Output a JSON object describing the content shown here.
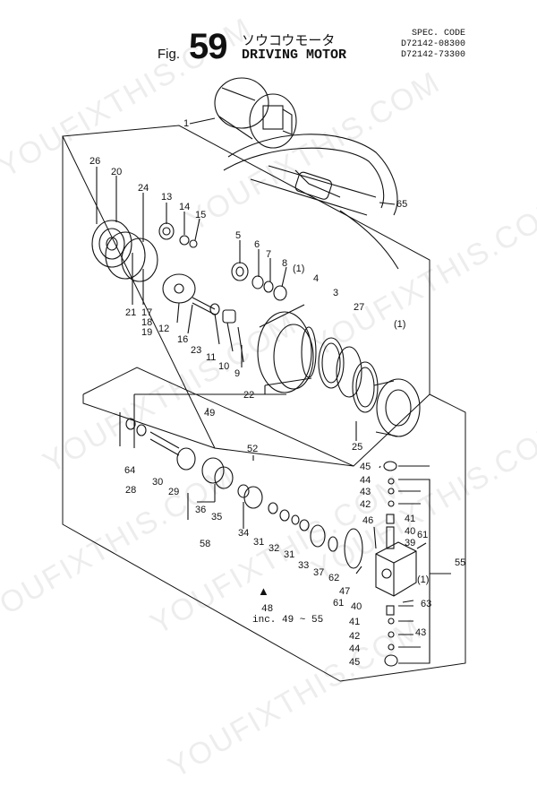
{
  "header": {
    "fig_prefix": "Fig.",
    "fig_number": "59",
    "title_jp": "ソウコウモータ",
    "title_en": "DRIVING MOTOR",
    "spec_label": "SPEC. CODE",
    "spec_codes": [
      "D72142-08300",
      "D72142-73300"
    ]
  },
  "watermark": "YOUFIXTHIS.COM",
  "footnote": {
    "marker": "▲",
    "line1": "48",
    "line2": "inc. 49 ~ 55"
  },
  "callouts": [
    "1",
    "26",
    "20",
    "24",
    "13",
    "14",
    "15",
    "5",
    "6",
    "7",
    "8",
    "(1)",
    "4",
    "3",
    "27",
    "(1)",
    "65",
    "21",
    "17",
    "18",
    "19",
    "12",
    "16",
    "23",
    "11",
    "10",
    "9",
    "22",
    "49",
    "25",
    "52",
    "45",
    "44",
    "43",
    "42",
    "41",
    "40",
    "39",
    "61",
    "46",
    "55",
    "64",
    "28",
    "30",
    "29",
    "36",
    "35",
    "34",
    "31",
    "32",
    "31",
    "33",
    "37",
    "62",
    "47",
    "61",
    "63",
    "(1)",
    "40",
    "41",
    "42",
    "43",
    "44",
    "45",
    "58"
  ]
}
